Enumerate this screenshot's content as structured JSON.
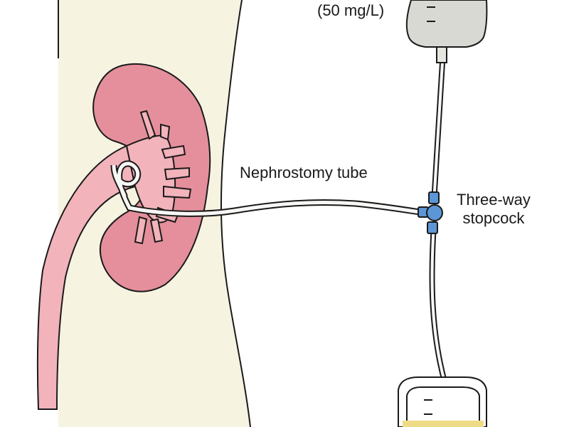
{
  "labels": {
    "concentration": "(50 mg/L)",
    "nephrostomy_tube": "Nephrostomy tube",
    "stopcock_line1": "Three-way",
    "stopcock_line2": "stopcock"
  },
  "colors": {
    "skin": "#f7f3e1",
    "kidney": "#e58f9c",
    "kidney_inner": "#f2b3bb",
    "tube": "#f7f7f5",
    "outline": "#1a1a1a",
    "infusion_bag": "#d9d9d3",
    "stopcock": "#5d96d6",
    "urine": "#f0dc86"
  }
}
